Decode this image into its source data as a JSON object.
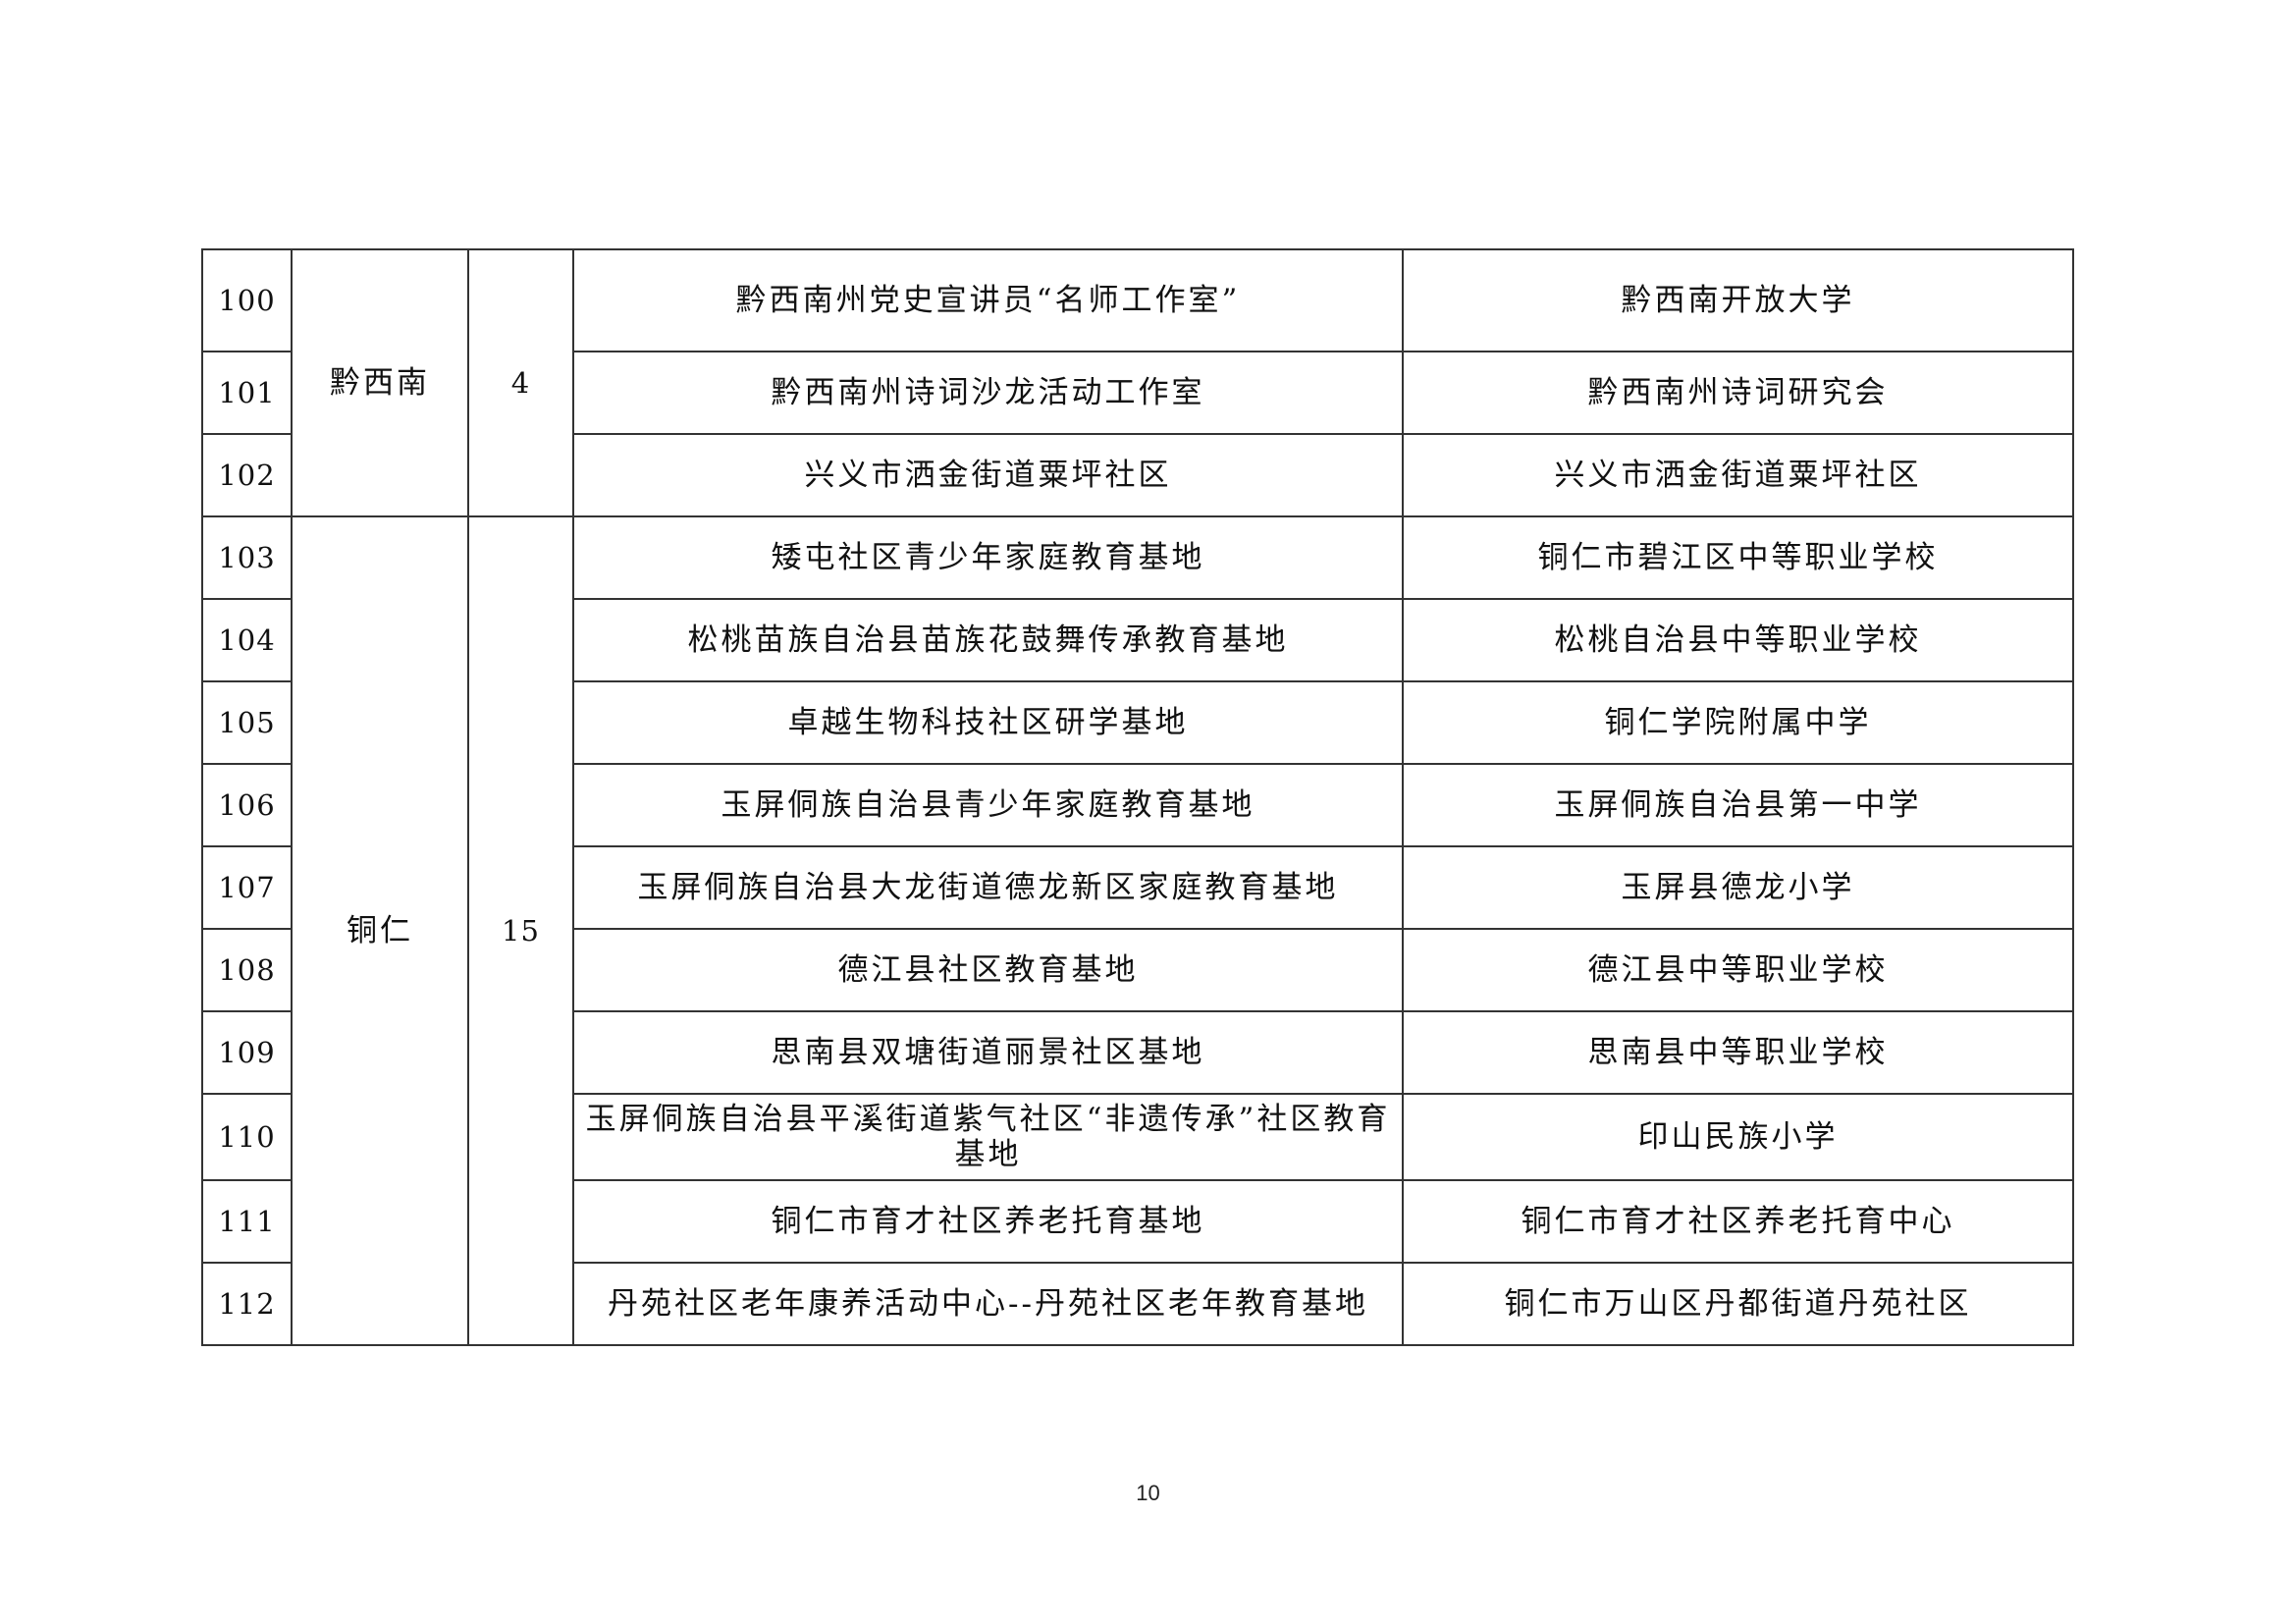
{
  "rows": [
    {
      "no": "100",
      "region": "黔西南",
      "count": "4",
      "name": "黔西南州党史宣讲员“名师工作室”",
      "unit": "黔西南开放大学"
    },
    {
      "no": "101",
      "name": "黔西南州诗词沙龙活动工作室",
      "unit": "黔西南州诗词研究会"
    },
    {
      "no": "102",
      "name": "兴义市洒金街道粟坪社区",
      "unit": "兴义市洒金街道粟坪社区"
    },
    {
      "no": "103",
      "region": "铜仁",
      "count": "15",
      "name": "矮屯社区青少年家庭教育基地",
      "unit": "铜仁市碧江区中等职业学校"
    },
    {
      "no": "104",
      "name": "松桃苗族自治县苗族花鼓舞传承教育基地",
      "unit": "松桃自治县中等职业学校"
    },
    {
      "no": "105",
      "name": "卓越生物科技社区研学基地",
      "unit": "铜仁学院附属中学"
    },
    {
      "no": "106",
      "name": "玉屏侗族自治县青少年家庭教育基地",
      "unit": "玉屏侗族自治县第一中学"
    },
    {
      "no": "107",
      "name": "玉屏侗族自治县大龙街道德龙新区家庭教育基地",
      "unit": "玉屏县德龙小学"
    },
    {
      "no": "108",
      "name": "德江县社区教育基地",
      "unit": "德江县中等职业学校"
    },
    {
      "no": "109",
      "name": "思南县双塘街道丽景社区基地",
      "unit": "思南县中等职业学校"
    },
    {
      "no": "110",
      "name": "玉屏侗族自治县平溪街道紫气社区“非遗传承”社区教育基地",
      "unit": "印山民族小学"
    },
    {
      "no": "111",
      "name": "铜仁市育才社区养老托育基地",
      "unit": "铜仁市育才社区养老托育中心"
    },
    {
      "no": "112",
      "name": "丹苑社区老年康养活动中心--丹苑社区老年教育基地",
      "unit": "铜仁市万山区丹都街道丹苑社区"
    }
  ],
  "page_number": "10"
}
